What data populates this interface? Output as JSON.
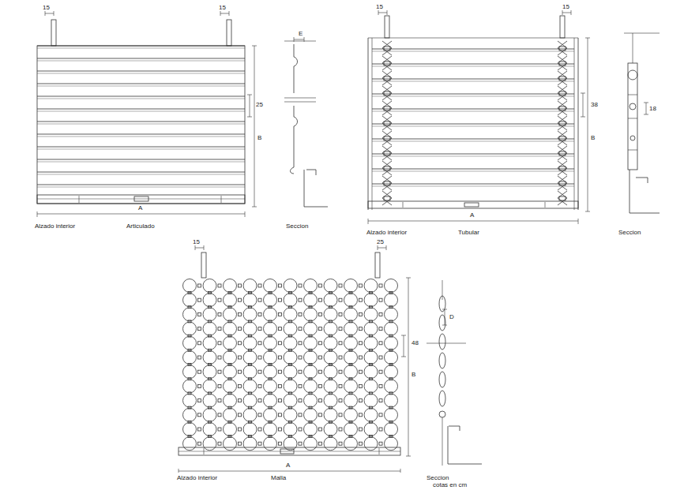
{
  "diagram": {
    "labels": [
      "15",
      "15",
      "E",
      "25",
      "B",
      "A",
      "Alzado interior",
      "Articulado",
      "Seccion",
      "15",
      "15",
      "38",
      "B",
      "A",
      "Alzado interior",
      "Tubular",
      "18",
      "Seccion",
      "15",
      "25",
      "48",
      "B",
      "A",
      "Alzado interior",
      "Malla",
      "D",
      "Seccion",
      "cotas en cm"
    ]
  }
}
